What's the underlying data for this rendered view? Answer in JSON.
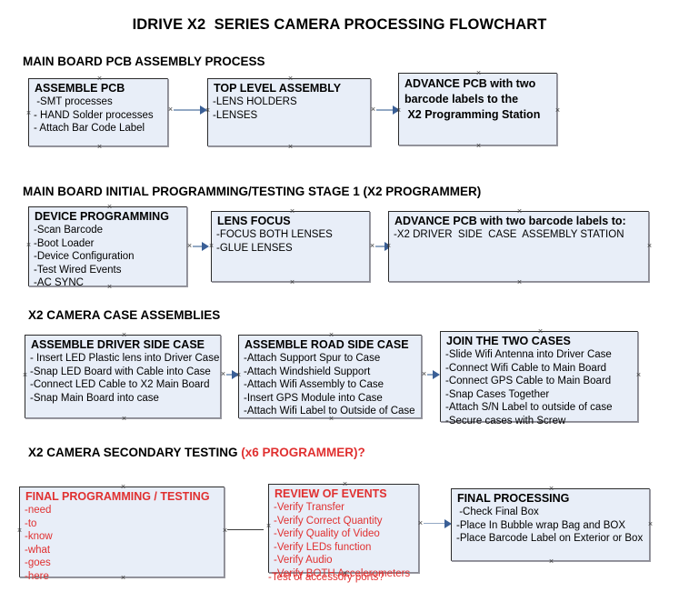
{
  "document": {
    "title": "IDRIVE X2  SERIES CAMERA PROCESSING FLOWCHART",
    "accent_color": "#e03030",
    "box_fill": "#e8eef8",
    "connector_color": "#93a9c4",
    "arrow_color": "#3a5f96"
  },
  "sections": [
    {
      "id": "main-board-pcb-assembly",
      "header": "MAIN BOARD PCB ASSEMBLY PROCESS",
      "header_accent": ""
    },
    {
      "id": "main-board-initial-programming",
      "header": "MAIN BOARD INITIAL PROGRAMMING/TESTING STAGE 1 (X2 PROGRAMMER)",
      "header_accent": ""
    },
    {
      "id": "x2-camera-case-assemblies",
      "header": "X2 CAMERA CASE ASSEMBLIES",
      "header_accent": ""
    },
    {
      "id": "x2-camera-secondary-testing",
      "header": "X2 CAMERA SECONDARY TESTING ",
      "header_accent": "(x6 PROGRAMMER)?"
    }
  ],
  "boxes": [
    {
      "id": "assemble-pcb",
      "title": "ASSEMBLE PCB",
      "lines": [
        " -SMT processes",
        "- HAND Solder processes",
        "- Attach Bar Code Label"
      ],
      "red": false
    },
    {
      "id": "top-level-assembly",
      "title": "TOP LEVEL ASSEMBLY",
      "lines": [
        "-LENS HOLDERS",
        "-LENSES"
      ],
      "red": false
    },
    {
      "id": "advance-pcb-programming-station",
      "title": "ADVANCE PCB with two\nbarcode labels to the\n X2 Programming Station",
      "lines": [],
      "red": false
    },
    {
      "id": "device-programming",
      "title": "DEVICE PROGRAMMING",
      "lines": [
        "-Scan Barcode",
        "-Boot Loader",
        "-Device Configuration",
        "-Test Wired Events",
        "-AC SYNC"
      ],
      "red": false
    },
    {
      "id": "lens-focus",
      "title": "LENS FOCUS",
      "lines": [
        "-FOCUS BOTH LENSES",
        "-GLUE LENSES"
      ],
      "red": false
    },
    {
      "id": "advance-pcb-driver-side-case",
      "title": "ADVANCE PCB with two barcode labels to:",
      "lines": [
        "-X2 DRIVER  SIDE  CASE  ASSEMBLY STATION"
      ],
      "red": false
    },
    {
      "id": "assemble-driver-side-case",
      "title": "ASSEMBLE DRIVER SIDE CASE",
      "lines": [
        "- Insert LED Plastic lens into Driver Case",
        "-Snap LED Board with Cable into Case",
        "-Connect LED Cable to X2 Main Board",
        "-Snap Main Board into case"
      ],
      "red": false
    },
    {
      "id": "assemble-road-side-case",
      "title": "ASSEMBLE ROAD SIDE CASE",
      "lines": [
        "-Attach Support Spur to Case",
        "-Attach Windshield Support",
        "-Attach Wifi Assembly to Case",
        "-Insert GPS Module into Case",
        "-Attach Wifi Label to Outside of Case"
      ],
      "red": false
    },
    {
      "id": "join-the-two-cases",
      "title": "JOIN THE TWO CASES",
      "lines": [
        "-Slide Wifi Antenna into Driver Case",
        "-Connect Wifi Cable to Main Board",
        "-Connect GPS Cable to Main Board",
        "-Snap Cases Together",
        "-Attach S/N Label to outside of case",
        "-Secure cases with Screw"
      ],
      "red": false
    },
    {
      "id": "final-programming-testing",
      "title": "FINAL PROGRAMMING / TESTING",
      "lines": [
        "-need",
        "-to",
        "-know",
        "-what",
        "-goes",
        "-here"
      ],
      "red": true
    },
    {
      "id": "review-of-events",
      "title": "REVIEW OF EVENTS",
      "lines": [
        "-Verify Transfer",
        "-Verify Correct Quantity",
        "-Verify Quality of Video",
        "-Verify LEDs function",
        "-Verify Audio",
        "-Verify BOTH Accelerometers"
      ],
      "overflow_line": "-Test of accessory ports?",
      "red": true
    },
    {
      "id": "final-processing",
      "title": "FINAL PROCESSING",
      "lines": [
        " -Check Final Box",
        "-Place In Bubble wrap Bag and BOX",
        "-Place Barcode Label on Exterior or Box"
      ],
      "red": false
    }
  ]
}
